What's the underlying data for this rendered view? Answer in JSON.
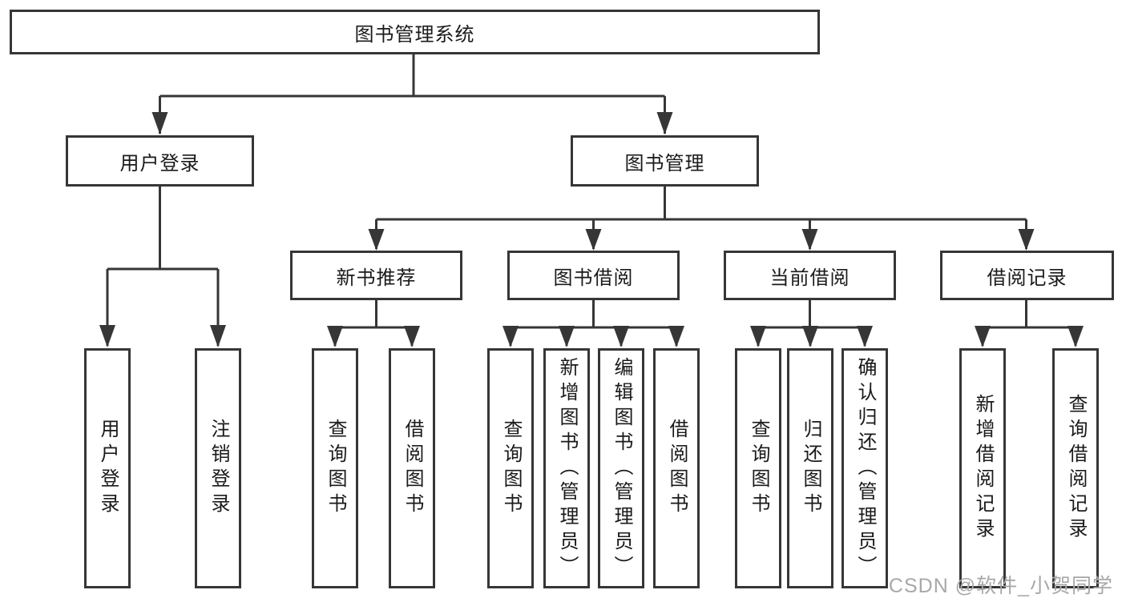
{
  "tree": {
    "root": "图书管理系统",
    "level2": [
      "用户登录",
      "图书管理"
    ],
    "level3": [
      "新书推荐",
      "图书借阅",
      "当前借阅",
      "借阅记录"
    ],
    "leaves": {
      "login": [
        "用户登录",
        "注销登录"
      ],
      "new_books": [
        "查询图书",
        "借阅图书"
      ],
      "book_borrow": [
        "查询图书",
        "新增图书（管理员）",
        "编辑图书（管理员）",
        "借阅图书"
      ],
      "current_borrow": [
        "查询图书",
        "归还图书",
        "确认归还（管理员）"
      ],
      "borrow_records": [
        "新增借阅记录",
        "查询借阅记录"
      ]
    }
  },
  "watermark": "CSDN @软件_小贺同学",
  "colors": {
    "line": "#363636",
    "text": "#1a1a1a",
    "watermark": "#a8a8a8",
    "background": "#ffffff"
  }
}
